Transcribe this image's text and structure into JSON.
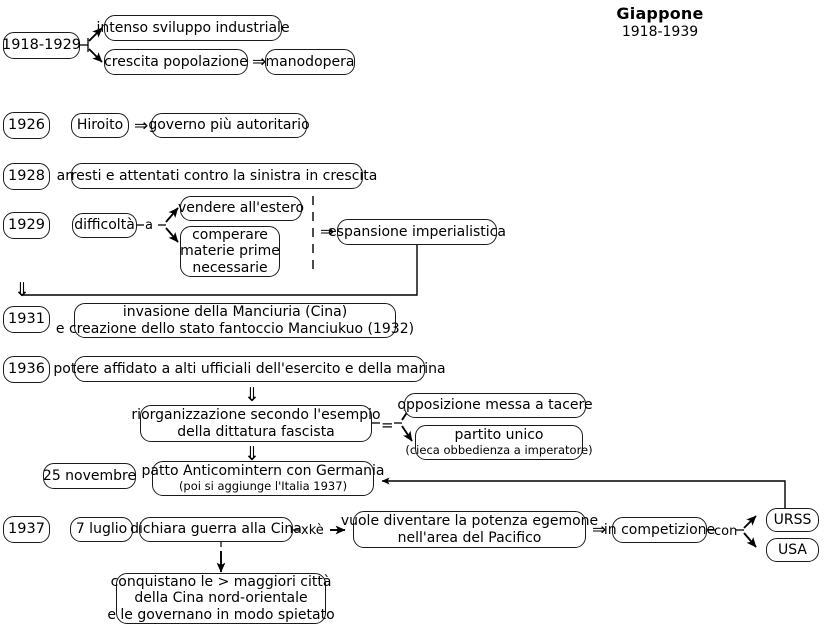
{
  "title": {
    "heading": "Giappone",
    "subheading": "1918-1939"
  },
  "glyphs": {
    "implies": "⇒",
    "down_double": "⇓",
    "equals": "=",
    "dash": "–"
  },
  "rows": {
    "r1918": {
      "year": "1918-1929",
      "box_industriale": "intenso sviluppo industriale",
      "box_popolazione": "crescita popolazione",
      "arrow1": "⇒",
      "box_manodopera": "manodopera"
    },
    "r1926": {
      "year": "1926",
      "box_hiroito": "Hiroito",
      "arrow1": "⇒",
      "box_governo": "governo più autoritario"
    },
    "r1928": {
      "year": "1928",
      "box_arresti": "arresti e attentati contro la sinistra in crescita"
    },
    "r1929": {
      "year": "1929",
      "box_difficolta": "difficoltà",
      "connector_label": "a",
      "box_vendere": "vendere all'estero",
      "box_comperare_l1": "comperare",
      "box_comperare_l2": "materie prime",
      "box_comperare_l3": "necessarie",
      "arrow1": "⇒",
      "box_espansione": "espansione imperialistica"
    },
    "r1931": {
      "year": "1931",
      "box_invasione_l1": "invasione della Manciuria (Cina)",
      "box_invasione_l2": "e creazione dello stato fantoccio Manciukuo (1932)"
    },
    "r1936": {
      "year": "1936",
      "box_potere": "potere affidato a alti ufficiali dell'esercito e della marina",
      "box_riorganizzazione_l1": "riorganizzazione secondo l'esempio",
      "box_riorganizzazione_l2": "della dittatura fascista",
      "connector_label": "=",
      "box_opposizione": "opposizione messa a tacere",
      "box_partito_unico": "partito unico",
      "box_partito_unico_sub": "(cieca obbedienza a imperatore)"
    },
    "r25nov": {
      "date": "25 novembre",
      "box_patto": "patto Anticomintern con Germania",
      "box_patto_sub": "(poi si aggiunge l'Italia 1937)"
    },
    "r1937": {
      "year": "1937",
      "date": "7 luglio",
      "box_dichiara": "dichiara guerra alla Cina",
      "connector_label": "xkè",
      "box_egemone_l1": "vuole diventare la potenza egemone",
      "box_egemone_l2": "nell'area del Pacifico",
      "arrow1": "⇒",
      "box_competizione": "in competizione",
      "connector_label2": "con",
      "box_urss": "URSS",
      "box_usa": "USA",
      "box_conquistano_l1": "conquistano le > maggiori città",
      "box_conquistano_l2": "della Cina nord-orientale",
      "box_conquistano_l3": "e le governano in modo spietato"
    }
  },
  "colors": {
    "ink": "#1a1a1a",
    "paper": "#ffffff"
  }
}
